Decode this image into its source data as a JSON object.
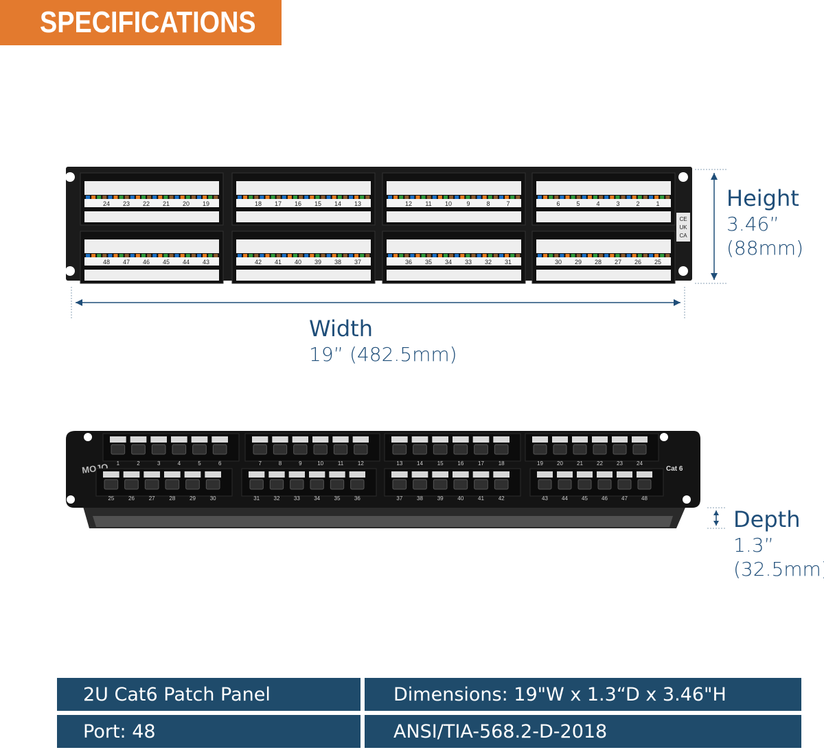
{
  "banner": {
    "title": "SPECIFICATIONS"
  },
  "height": {
    "label": "Height",
    "value1": "3.46”",
    "value2": "(88mm)"
  },
  "width": {
    "label": "Width",
    "value": "19” (482.5mm)"
  },
  "depth": {
    "label": "Depth",
    "value1": "1.3”",
    "value2": "(32.5mm)"
  },
  "rear_panel": {
    "port_rows": [
      [
        "24",
        "23",
        "22",
        "21",
        "20",
        "19",
        "18",
        "17",
        "16",
        "15",
        "14",
        "13",
        "12",
        "11",
        "10",
        "9",
        "8",
        "7",
        "6",
        "5",
        "4",
        "3",
        "2",
        "1"
      ],
      [
        "48",
        "47",
        "46",
        "45",
        "44",
        "43",
        "42",
        "41",
        "40",
        "39",
        "38",
        "37",
        "36",
        "35",
        "34",
        "33",
        "32",
        "31",
        "30",
        "29",
        "28",
        "27",
        "26",
        "25"
      ]
    ],
    "cert_marks": [
      "CE",
      "UK",
      "CA"
    ]
  },
  "front_panel": {
    "brand": "MOJO",
    "cat_label": "Cat 6",
    "port_rows": [
      [
        "1",
        "2",
        "3",
        "4",
        "5",
        "6",
        "7",
        "8",
        "9",
        "10",
        "11",
        "12",
        "13",
        "14",
        "15",
        "16",
        "17",
        "18",
        "19",
        "20",
        "21",
        "22",
        "23",
        "24"
      ],
      [
        "25",
        "26",
        "27",
        "28",
        "29",
        "30",
        "31",
        "32",
        "33",
        "34",
        "35",
        "36",
        "37",
        "38",
        "39",
        "40",
        "41",
        "42",
        "43",
        "44",
        "45",
        "46",
        "47",
        "48"
      ]
    ]
  },
  "specs": {
    "rows": [
      {
        "left": "2U Cat6 Patch Panel",
        "right": "Dimensions: 19\"W x 1.3“D x 3.46\"H"
      },
      {
        "left": "Port: 48",
        "right": "ANSI/TIA-568.2-D-2018"
      }
    ]
  },
  "colors": {
    "banner": "#e37a2e",
    "table": "#1f4b6b",
    "text": "#1f4e79",
    "panel": "#1b1b1b"
  }
}
